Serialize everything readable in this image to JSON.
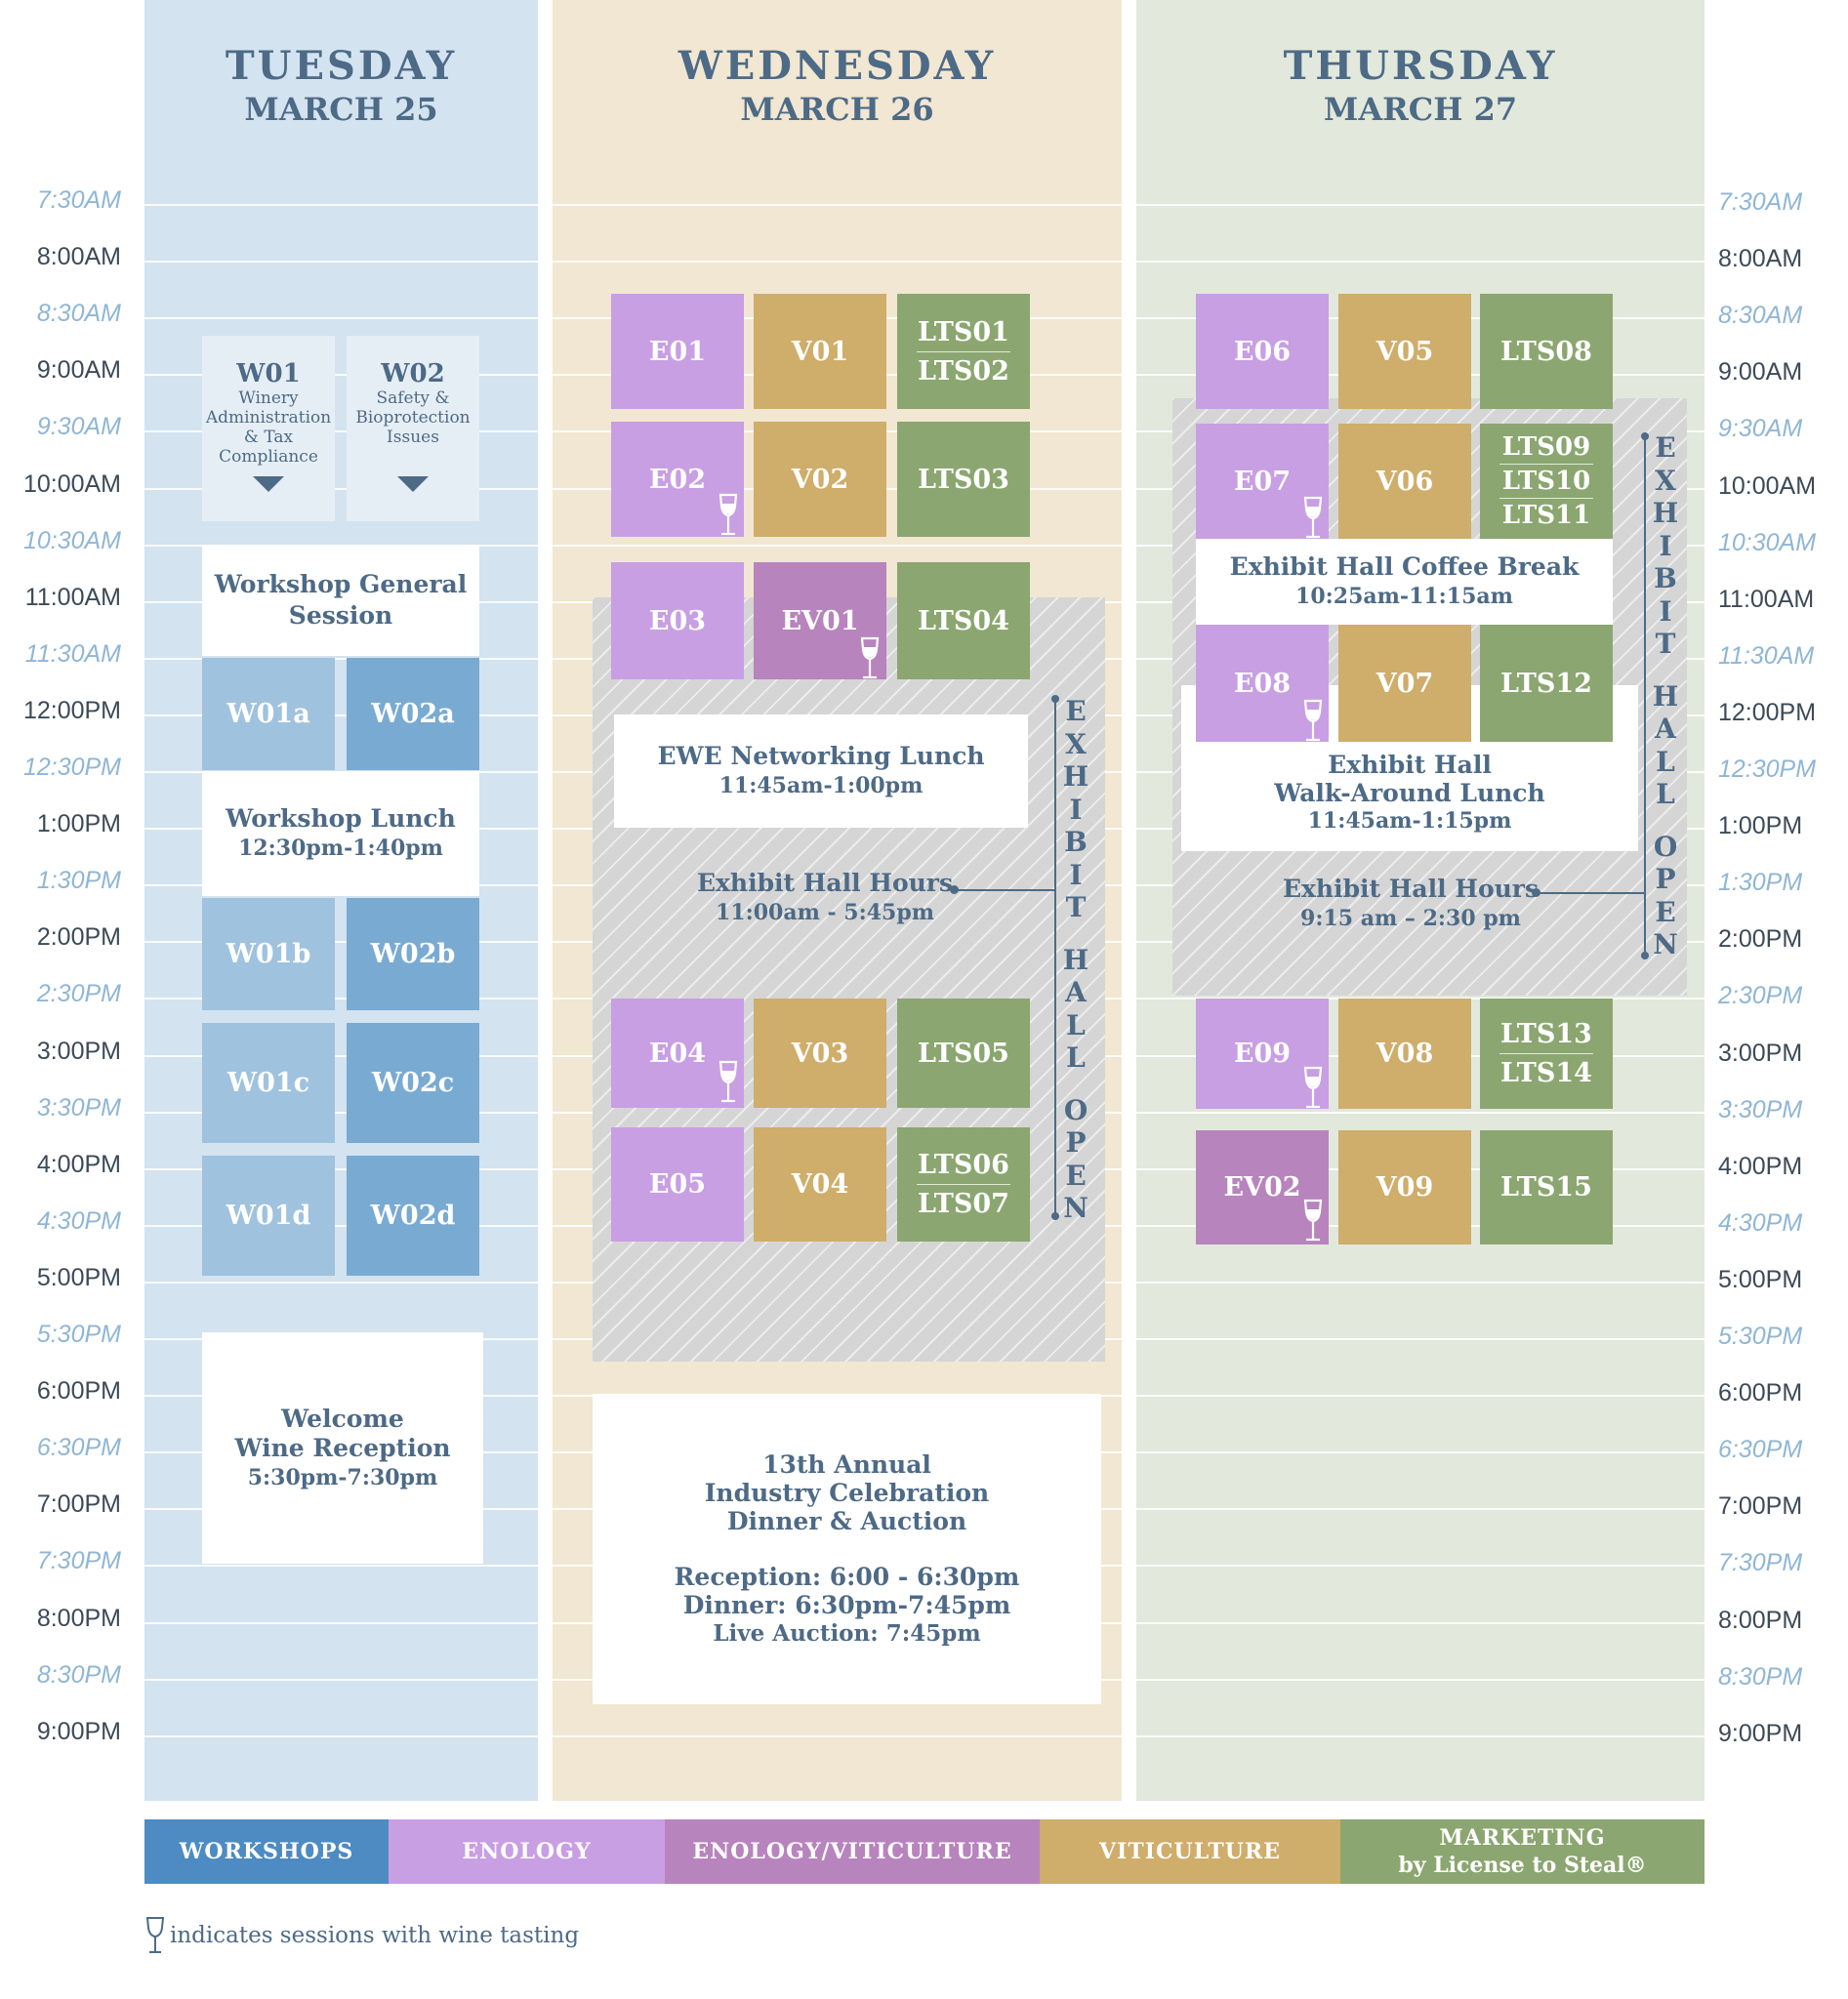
{
  "days": [
    {
      "day": "TUESDAY",
      "date": "MARCH 25"
    },
    {
      "day": "WEDNESDAY",
      "date": "MARCH 26"
    },
    {
      "day": "THURSDAY",
      "date": "MARCH 27"
    }
  ],
  "times": [
    "7:30AM",
    "8:00AM",
    "8:30AM",
    "9:00AM",
    "9:30AM",
    "10:00AM",
    "10:30AM",
    "11:00AM",
    "11:30AM",
    "12:00PM",
    "12:30PM",
    "1:00PM",
    "1:30PM",
    "2:00PM",
    "2:30PM",
    "3:00PM",
    "3:30PM",
    "4:00PM",
    "4:30PM",
    "5:00PM",
    "5:30PM",
    "6:00PM",
    "6:30PM",
    "7:00PM",
    "7:30PM",
    "8:00PM",
    "8:30PM",
    "9:00PM"
  ],
  "tuesday": {
    "w01": {
      "code": "W01",
      "desc1": "Winery",
      "desc2": "Administration",
      "desc3": "& Tax",
      "desc4": "Compliance"
    },
    "w02": {
      "code": "W02",
      "desc1": "Safety &",
      "desc2": "Bioprotection",
      "desc3": "Issues"
    },
    "general_session": {
      "line1": "Workshop General",
      "line2": "Session"
    },
    "w01a": "W01a",
    "w02a": "W02a",
    "lunch": {
      "title": "Workshop Lunch",
      "time": "12:30pm-1:40pm"
    },
    "w01b": "W01b",
    "w02b": "W02b",
    "w01c": "W01c",
    "w02c": "W02c",
    "w01d": "W01d",
    "w02d": "W02d",
    "reception": {
      "line1": "Welcome",
      "line2": "Wine Reception",
      "time": "5:30pm-7:30pm"
    }
  },
  "wednesday": {
    "e01": "E01",
    "v01": "V01",
    "lts01": "LTS01",
    "lts02": "LTS02",
    "e02": "E02",
    "v02": "V02",
    "lts03": "LTS03",
    "e03": "E03",
    "ev01": "EV01",
    "lts04": "LTS04",
    "lunch": {
      "title": "EWE Networking Lunch",
      "time": "11:45am-1:00pm"
    },
    "hall_hours": {
      "title": "Exhibit Hall Hours",
      "time": "11:00am - 5:45pm"
    },
    "exhibit_open": [
      "E",
      "X",
      "H",
      "I",
      "B",
      "I",
      "T",
      " ",
      "H",
      "A",
      "L",
      "L",
      " ",
      "O",
      "P",
      "E",
      "N"
    ],
    "e04": "E04",
    "v03": "V03",
    "lts05": "LTS05",
    "e05": "E05",
    "v04": "V04",
    "lts06": "LTS06",
    "lts07": "LTS07",
    "dinner": {
      "line1": "13th Annual",
      "line2": "Industry Celebration",
      "line3": "Dinner & Auction",
      "reception": "Reception: 6:00 - 6:30pm",
      "dinner": "Dinner: 6:30pm-7:45pm",
      "auction": "Live Auction: 7:45pm"
    }
  },
  "thursday": {
    "e06": "E06",
    "v05": "V05",
    "lts08": "LTS08",
    "e07": "E07",
    "v06": "V06",
    "lts09": "LTS09",
    "lts10": "LTS10",
    "lts11": "LTS11",
    "coffee": {
      "title": "Exhibit Hall Coffee Break",
      "time": "10:25am-11:15am"
    },
    "e08": "E08",
    "v07": "V07",
    "lts12": "LTS12",
    "lunch": {
      "line1": "Exhibit Hall",
      "line2": "Walk-Around Lunch",
      "time": "11:45am-1:15pm"
    },
    "hall_hours": {
      "title": "Exhibit Hall Hours",
      "time": "9:15 am – 2:30 pm"
    },
    "exhibit_open": [
      "E",
      "X",
      "H",
      "I",
      "B",
      "I",
      "T",
      " ",
      "H",
      "A",
      "L",
      "L",
      " ",
      "O",
      "P",
      "E",
      "N"
    ],
    "e09": "E09",
    "v08": "V08",
    "lts13": "LTS13",
    "lts14": "LTS14",
    "ev02": "EV02",
    "v09": "V09",
    "lts15": "LTS15"
  },
  "legend": {
    "workshops": "WORKSHOPS",
    "enology": "ENOLOGY",
    "enology_viticulture": "ENOLOGY/VITICULTURE",
    "viticulture": "VITICULTURE",
    "marketing_line1": "MARKETING",
    "marketing_line2": "by License to Steal®"
  },
  "footnote": "indicates sessions with wine tasting",
  "colors": {
    "tuesday_bg": "#d3e3f0",
    "wednesday_bg": "#f1e7d2",
    "thursday_bg": "#e2e8dc",
    "workshops": "#4d8bc2",
    "enology": "#c89fe3",
    "enology_viticulture": "#b784bd",
    "viticulture": "#cfad6a",
    "marketing": "#8ba670",
    "text": "#4d6a86"
  }
}
